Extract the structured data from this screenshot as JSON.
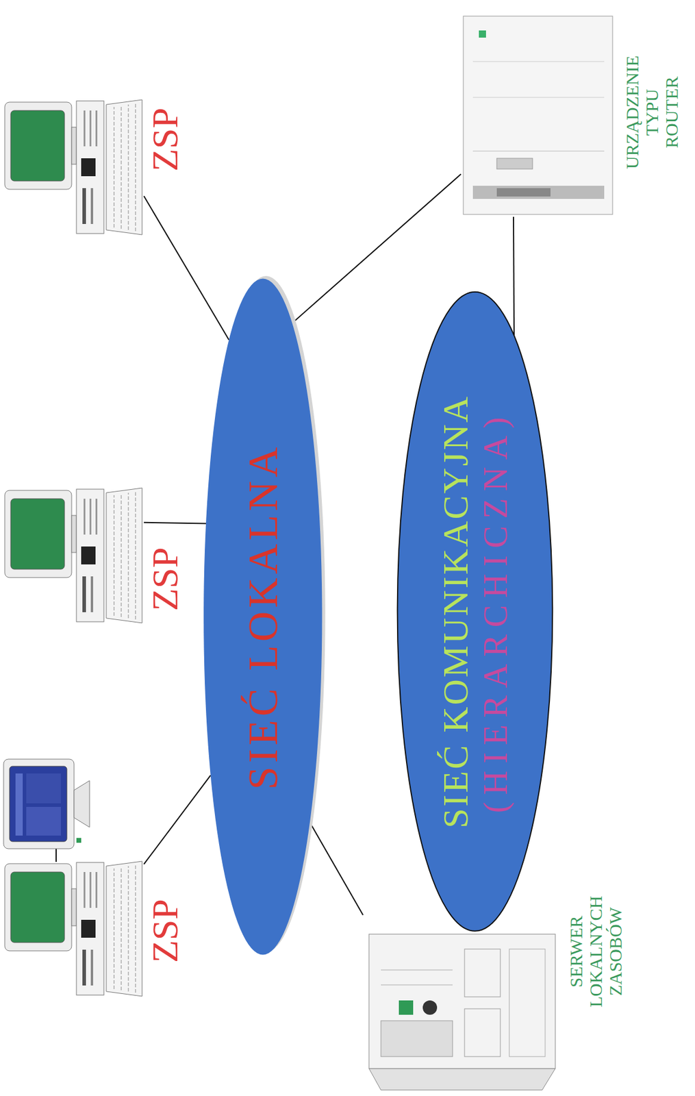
{
  "diagram": {
    "nodes": [
      {
        "text": [
          "ZSP"
        ]
      },
      {
        "text": [
          "ZSP"
        ]
      },
      {
        "text": [
          "ZSP"
        ]
      },
      {
        "text": [
          "SIEĆ LOKALNA"
        ]
      },
      {
        "text": [
          "SERWER LOKALNYCH ZASOBÓW"
        ]
      },
      {
        "text": [
          "SIEĆ KOMUNIKACYJNA",
          "(HIERARCHICZNA)"
        ]
      },
      {
        "text": [
          "URZĄDZENIE TYPU ROUTER"
        ]
      }
    ],
    "edges": [
      {
        "from": 0,
        "to": 3,
        "arrow": "none"
      },
      {
        "from": 1,
        "to": 3,
        "arrow": "none"
      },
      {
        "from": 2,
        "to": 3,
        "arrow": "none"
      },
      {
        "from": 4,
        "to": 3,
        "arrow": "none"
      },
      {
        "from": 6,
        "to": 3,
        "arrow": "none"
      },
      {
        "from": 6,
        "to": 5,
        "arrow": "none"
      }
    ]
  }
}
